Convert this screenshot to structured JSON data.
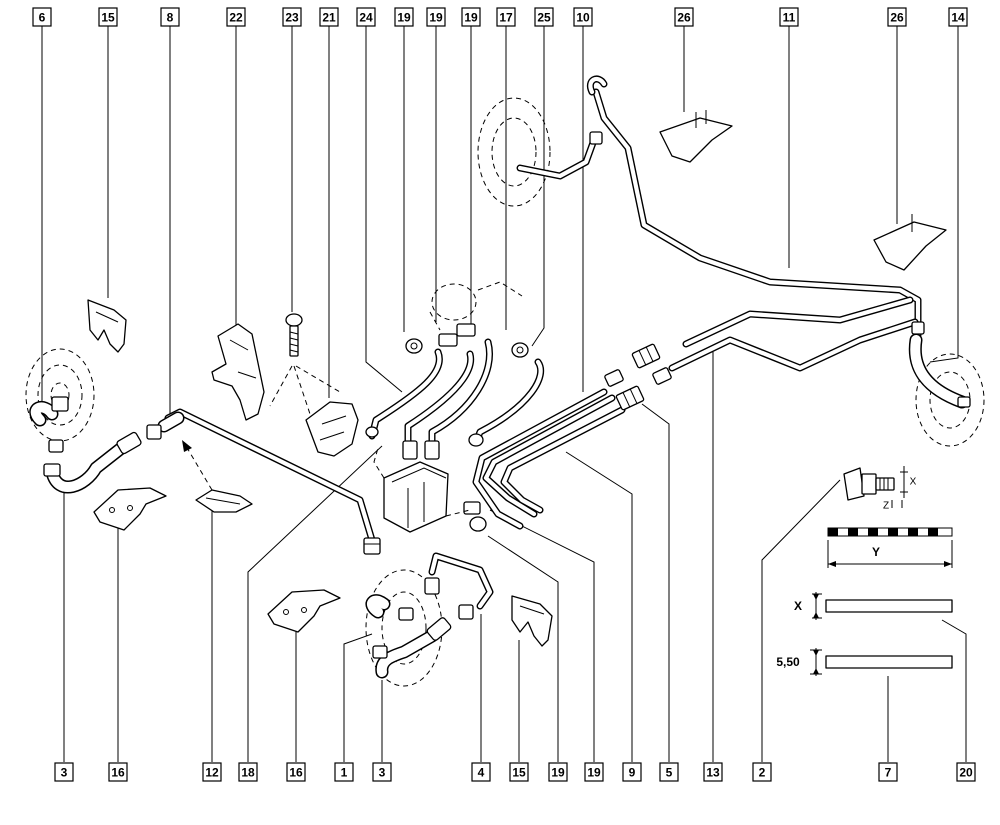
{
  "callouts_top": [
    "6",
    "15",
    "8",
    "22",
    "23",
    "21",
    "24",
    "19",
    "19",
    "19",
    "17",
    "25",
    "10",
    "26",
    "11",
    "26",
    "14"
  ],
  "callouts_bottom": [
    "3",
    "16",
    "12",
    "18",
    "16",
    "1",
    "3",
    "4",
    "15",
    "19",
    "19",
    "9",
    "5",
    "13",
    "2",
    "7",
    "20"
  ],
  "dimensions": {
    "x_letter": "X",
    "z_letter": "Z",
    "y_label": "Y",
    "x_label": "X",
    "thickness_value": "5,50"
  }
}
